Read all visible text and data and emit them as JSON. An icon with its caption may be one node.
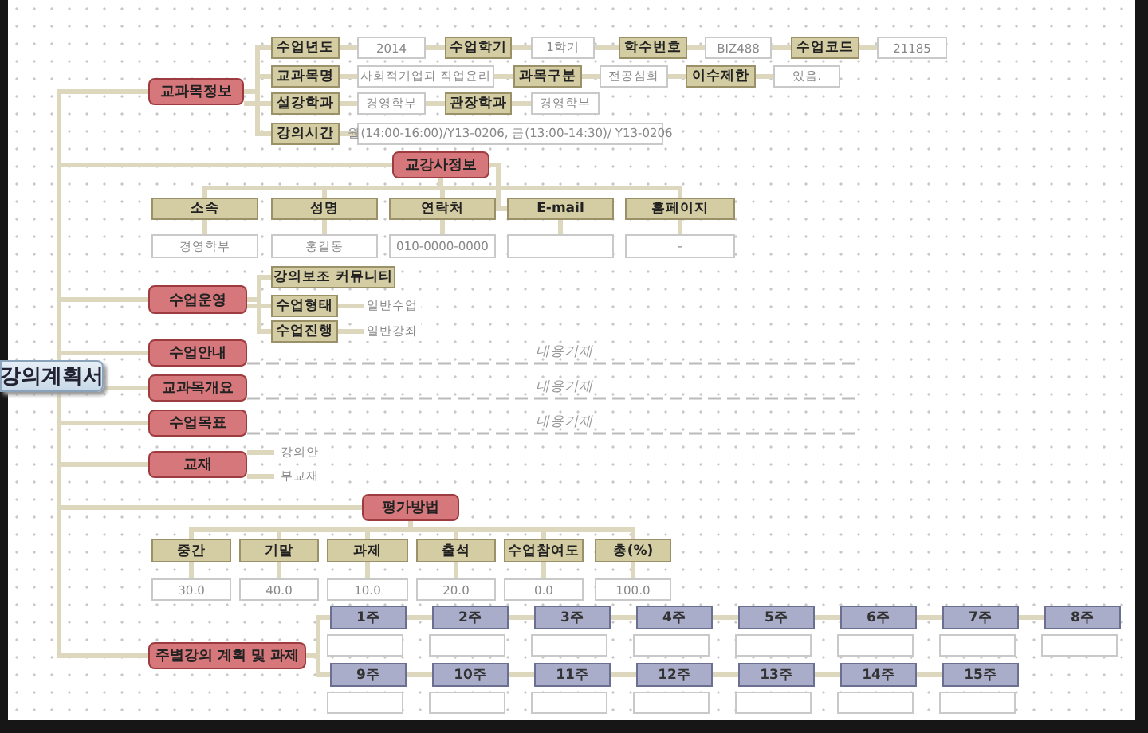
{
  "diagram": {
    "nodes": [
      {
        "text": [
          "강의계획서"
        ]
      },
      {
        "text": [
          "교과목정보"
        ]
      },
      {
        "text": [
          "수업년도"
        ]
      },
      {
        "text": [
          "2014"
        ]
      },
      {
        "text": [
          "수업학기"
        ]
      },
      {
        "text": [
          "1학기"
        ]
      },
      {
        "text": [
          "학수번호"
        ]
      },
      {
        "text": [
          "BIZ488"
        ]
      },
      {
        "text": [
          "수업코드"
        ]
      },
      {
        "text": [
          "21185"
        ]
      },
      {
        "text": [
          "교과목명"
        ]
      },
      {
        "text": [
          "사회적기업과 직업윤리"
        ]
      },
      {
        "text": [
          "과목구분"
        ]
      },
      {
        "text": [
          "전공심화"
        ]
      },
      {
        "text": [
          "이수제한"
        ]
      },
      {
        "text": [
          "있음."
        ]
      },
      {
        "text": [
          "설강학과"
        ]
      },
      {
        "text": [
          "경영학부"
        ]
      },
      {
        "text": [
          "관장학과"
        ]
      },
      {
        "text": [
          "경영학부"
        ]
      },
      {
        "text": [
          "강의시간"
        ]
      },
      {
        "text": [
          "월(14:00-16:00)/Y13-0206, 금(13:00-14:30)/ Y13-0206"
        ]
      },
      {
        "text": [
          "교강사정보"
        ]
      },
      {
        "text": [
          "소속"
        ]
      },
      {
        "text": [
          "성명"
        ]
      },
      {
        "text": [
          "연락처"
        ]
      },
      {
        "text": [
          "E-mail"
        ]
      },
      {
        "text": [
          "홈페이지"
        ]
      },
      {
        "text": [
          "경영학부"
        ]
      },
      {
        "text": [
          "홍길동"
        ]
      },
      {
        "text": [
          "010-0000-0000"
        ]
      },
      {
        "text": [],
        "shape": "box"
      },
      {
        "text": [
          "-"
        ]
      },
      {
        "text": [
          "수업운영"
        ]
      },
      {
        "text": [
          "강의보조 커뮤니티"
        ]
      },
      {
        "text": [
          "수업형태"
        ]
      },
      {
        "text": [
          "일반수업"
        ]
      },
      {
        "text": [
          "수업진행"
        ]
      },
      {
        "text": [
          "일반강좌"
        ]
      },
      {
        "text": [
          "수업안내"
        ]
      },
      {
        "text": [
          "내용기재"
        ]
      },
      {
        "text": [
          "교과목개요"
        ]
      },
      {
        "text": [
          "내용기재"
        ]
      },
      {
        "text": [
          "수업목표"
        ]
      },
      {
        "text": [
          "내용기재"
        ]
      },
      {
        "text": [
          "교재"
        ]
      },
      {
        "text": [
          "강의안"
        ]
      },
      {
        "text": [
          "부교재"
        ]
      },
      {
        "text": [
          "평가방법"
        ]
      },
      {
        "text": [
          "중간"
        ]
      },
      {
        "text": [
          "기말"
        ]
      },
      {
        "text": [
          "과제"
        ]
      },
      {
        "text": [
          "출석"
        ]
      },
      {
        "text": [
          "수업참여도"
        ]
      },
      {
        "text": [
          "총(%)"
        ]
      },
      {
        "text": [
          "30.0"
        ]
      },
      {
        "text": [
          "40.0"
        ]
      },
      {
        "text": [
          "10.0"
        ]
      },
      {
        "text": [
          "20.0"
        ]
      },
      {
        "text": [
          "0.0"
        ]
      },
      {
        "text": [
          "100.0"
        ]
      },
      {
        "text": [
          "주별강의 계획 및 과제"
        ]
      },
      {
        "text": [
          "1주"
        ]
      },
      {
        "text": [
          "2주"
        ]
      },
      {
        "text": [
          "3주"
        ]
      },
      {
        "text": [
          "4주"
        ]
      },
      {
        "text": [
          "5주"
        ]
      },
      {
        "text": [
          "6주"
        ]
      },
      {
        "text": [
          "7주"
        ]
      },
      {
        "text": [
          "8주"
        ]
      },
      {
        "text": [],
        "shape": "box"
      },
      {
        "text": [],
        "shape": "box"
      },
      {
        "text": [],
        "shape": "box"
      },
      {
        "text": [],
        "shape": "box"
      },
      {
        "text": [],
        "shape": "box"
      },
      {
        "text": [],
        "shape": "box"
      },
      {
        "text": [],
        "shape": "box"
      },
      {
        "text": [],
        "shape": "box"
      },
      {
        "text": [
          "9주"
        ]
      },
      {
        "text": [
          "10주"
        ]
      },
      {
        "text": [
          "11주"
        ]
      },
      {
        "text": [
          "12주"
        ]
      },
      {
        "text": [
          "13주"
        ]
      },
      {
        "text": [
          "14주"
        ]
      },
      {
        "text": [
          "15주"
        ]
      },
      {
        "text": [],
        "shape": "box"
      },
      {
        "text": [],
        "shape": "box"
      },
      {
        "text": [],
        "shape": "box"
      },
      {
        "text": [],
        "shape": "box"
      },
      {
        "text": [],
        "shape": "box"
      },
      {
        "text": [],
        "shape": "box"
      },
      {
        "text": [],
        "shape": "box"
      }
    ],
    "edges": [
      {
        "from": 0,
        "to": 1,
        "arrow": "none"
      },
      {
        "from": 0,
        "to": 22,
        "arrow": "none"
      },
      {
        "from": 0,
        "to": 33,
        "arrow": "none"
      },
      {
        "from": 0,
        "to": 39,
        "arrow": "none"
      },
      {
        "from": 0,
        "to": 41,
        "arrow": "none"
      },
      {
        "from": 0,
        "to": 43,
        "arrow": "none"
      },
      {
        "from": 0,
        "to": 45,
        "arrow": "none"
      },
      {
        "from": 0,
        "to": 48,
        "arrow": "none"
      },
      {
        "from": 0,
        "to": 61,
        "arrow": "none"
      },
      {
        "from": 1,
        "to": 2,
        "arrow": "none"
      },
      {
        "from": 2,
        "to": 3,
        "arrow": "none"
      },
      {
        "from": 3,
        "to": 4,
        "arrow": "none"
      },
      {
        "from": 4,
        "to": 5,
        "arrow": "none"
      },
      {
        "from": 5,
        "to": 6,
        "arrow": "none"
      },
      {
        "from": 6,
        "to": 7,
        "arrow": "none"
      },
      {
        "from": 7,
        "to": 8,
        "arrow": "none"
      },
      {
        "from": 8,
        "to": 9,
        "arrow": "none"
      },
      {
        "from": 1,
        "to": 10,
        "arrow": "none"
      },
      {
        "from": 10,
        "to": 11,
        "arrow": "none"
      },
      {
        "from": 11,
        "to": 12,
        "arrow": "none"
      },
      {
        "from": 12,
        "to": 13,
        "arrow": "none"
      },
      {
        "from": 13,
        "to": 14,
        "arrow": "none"
      },
      {
        "from": 14,
        "to": 15,
        "arrow": "none"
      },
      {
        "from": 1,
        "to": 16,
        "arrow": "none"
      },
      {
        "from": 16,
        "to": 17,
        "arrow": "none"
      },
      {
        "from": 17,
        "to": 18,
        "arrow": "none"
      },
      {
        "from": 18,
        "to": 19,
        "arrow": "none"
      },
      {
        "from": 1,
        "to": 20,
        "arrow": "none"
      },
      {
        "from": 20,
        "to": 21,
        "arrow": "none"
      },
      {
        "from": 22,
        "to": 23,
        "arrow": "none"
      },
      {
        "from": 22,
        "to": 24,
        "arrow": "none"
      },
      {
        "from": 22,
        "to": 25,
        "arrow": "none"
      },
      {
        "from": 22,
        "to": 26,
        "arrow": "none"
      },
      {
        "from": 22,
        "to": 27,
        "arrow": "none"
      },
      {
        "from": 23,
        "to": 28,
        "arrow": "none"
      },
      {
        "from": 24,
        "to": 29,
        "arrow": "none"
      },
      {
        "from": 25,
        "to": 30,
        "arrow": "none"
      },
      {
        "from": 26,
        "to": 31,
        "arrow": "none"
      },
      {
        "from": 27,
        "to": 32,
        "arrow": "none"
      },
      {
        "from": 33,
        "to": 34,
        "arrow": "none"
      },
      {
        "from": 33,
        "to": 35,
        "arrow": "none"
      },
      {
        "from": 35,
        "to": 36,
        "arrow": "none"
      },
      {
        "from": 33,
        "to": 37,
        "arrow": "none"
      },
      {
        "from": 37,
        "to": 38,
        "arrow": "none"
      },
      {
        "from": 39,
        "to": 40,
        "arrow": "none",
        "style": "dashed",
        "color": "#bbbbbb"
      },
      {
        "from": 41,
        "to": 42,
        "arrow": "none",
        "style": "dashed",
        "color": "#bbbbbb"
      },
      {
        "from": 43,
        "to": 44,
        "arrow": "none",
        "style": "dashed",
        "color": "#bbbbbb"
      },
      {
        "from": 45,
        "to": 46,
        "arrow": "none"
      },
      {
        "from": 45,
        "to": 47,
        "arrow": "none"
      },
      {
        "from": 48,
        "to": 49,
        "arrow": "none"
      },
      {
        "from": 48,
        "to": 50,
        "arrow": "none"
      },
      {
        "from": 48,
        "to": 51,
        "arrow": "none"
      },
      {
        "from": 48,
        "to": 52,
        "arrow": "none"
      },
      {
        "from": 48,
        "to": 53,
        "arrow": "none"
      },
      {
        "from": 48,
        "to": 54,
        "arrow": "none"
      },
      {
        "from": 49,
        "to": 55,
        "arrow": "none"
      },
      {
        "from": 50,
        "to": 56,
        "arrow": "none"
      },
      {
        "from": 51,
        "to": 57,
        "arrow": "none"
      },
      {
        "from": 52,
        "to": 58,
        "arrow": "none"
      },
      {
        "from": 53,
        "to": 59,
        "arrow": "none"
      },
      {
        "from": 54,
        "to": 60,
        "arrow": "none"
      },
      {
        "from": 61,
        "to": 62,
        "arrow": "none"
      },
      {
        "from": 62,
        "to": 63,
        "arrow": "none"
      },
      {
        "from": 63,
        "to": 64,
        "arrow": "none"
      },
      {
        "from": 64,
        "to": 65,
        "arrow": "none"
      },
      {
        "from": 65,
        "to": 66,
        "arrow": "none"
      },
      {
        "from": 66,
        "to": 67,
        "arrow": "none"
      },
      {
        "from": 67,
        "to": 68,
        "arrow": "none"
      },
      {
        "from": 68,
        "to": 69,
        "arrow": "none"
      },
      {
        "from": 61,
        "to": 78,
        "arrow": "none"
      },
      {
        "from": 78,
        "to": 79,
        "arrow": "none"
      },
      {
        "from": 79,
        "to": 80,
        "arrow": "none"
      },
      {
        "from": 80,
        "to": 81,
        "arrow": "none"
      },
      {
        "from": 81,
        "to": 82,
        "arrow": "none"
      },
      {
        "from": 82,
        "to": 83,
        "arrow": "none"
      },
      {
        "from": 83,
        "to": 84,
        "arrow": "none"
      }
    ]
  }
}
